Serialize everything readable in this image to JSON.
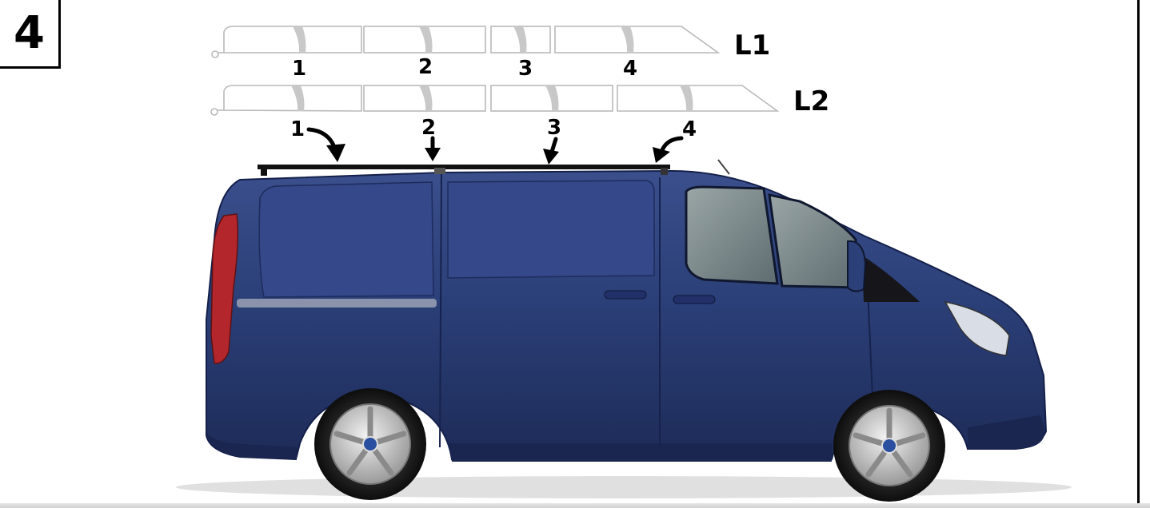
{
  "step_number": "4",
  "variants": [
    {
      "code": "L1",
      "sections": [
        "1",
        "2",
        "3",
        "4"
      ]
    },
    {
      "code": "L2",
      "sections": [
        "1",
        "2",
        "3",
        "4"
      ]
    }
  ],
  "bar_positions": [
    "1",
    "2",
    "3",
    "4"
  ],
  "colors": {
    "van_body": "#2b3f78",
    "outline_gray": "#b9b9b9",
    "bow_gray": "#c8c8c8",
    "rack_bar": "#111111"
  }
}
